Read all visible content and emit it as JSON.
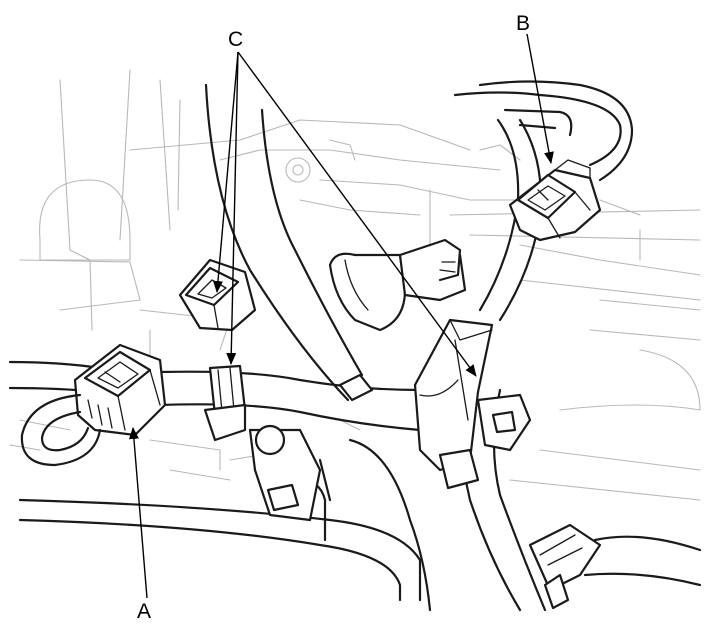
{
  "callouts": {
    "a": "A",
    "b": "B",
    "c": "C"
  },
  "colors": {
    "ink": "#1a1a1a",
    "background_lines": "#b8b8b8",
    "paper": "#ffffff"
  }
}
